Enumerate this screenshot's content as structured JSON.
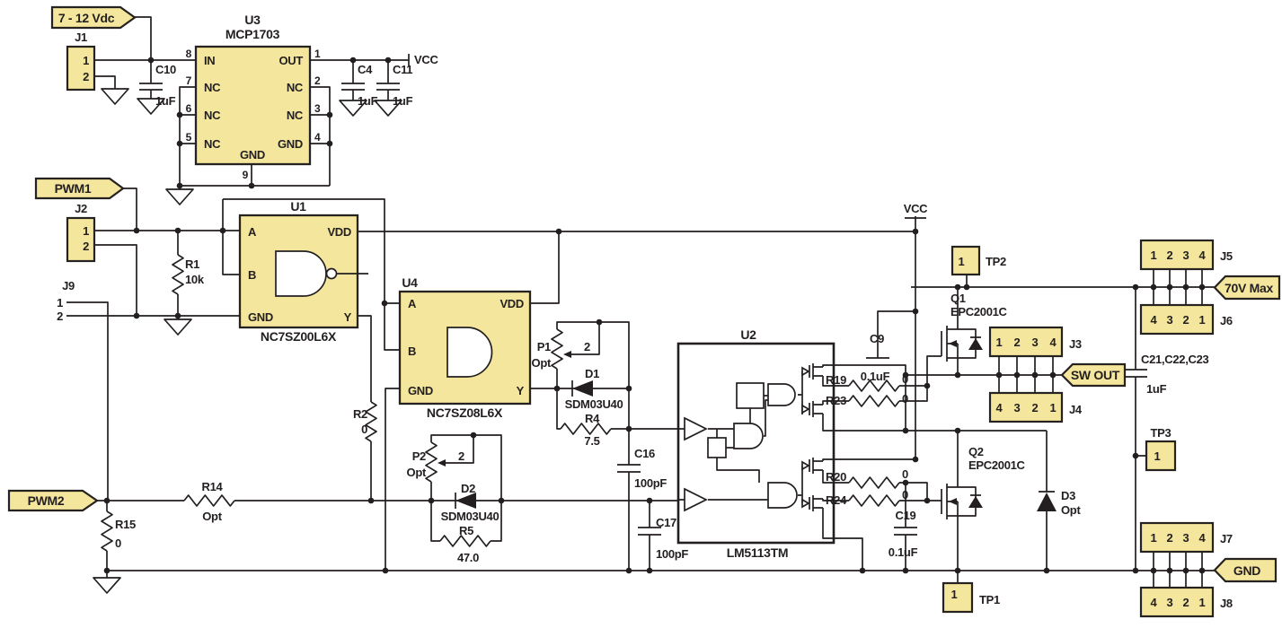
{
  "colors": {
    "component_fill": "#f4e69c",
    "component_border": "#262220",
    "wire": "#231f20",
    "background": "#ffffff"
  },
  "flags": {
    "vin": "7 - 12 Vdc",
    "pwm1": "PWM1",
    "pwm2": "PWM2",
    "v70": "70V Max",
    "swout": "SW OUT",
    "gnd": "GND"
  },
  "nets": {
    "vcc": "VCC"
  },
  "ics": {
    "u3": {
      "ref": "U3",
      "part": "MCP1703",
      "pin_in": "IN",
      "pin_out": "OUT",
      "pin_nc": "NC",
      "pin_gnd": "GND",
      "nums": {
        "p1": "1",
        "p2": "2",
        "p3": "3",
        "p4": "4",
        "p5": "5",
        "p6": "6",
        "p7": "7",
        "p8": "8",
        "p9": "9"
      }
    },
    "u1": {
      "ref": "U1",
      "part": "NC7SZ00L6X",
      "pin_a": "A",
      "pin_b": "B",
      "pin_gnd": "GND",
      "pin_vdd": "VDD",
      "pin_y": "Y"
    },
    "u4": {
      "ref": "U4",
      "part": "NC7SZ08L6X",
      "pin_a": "A",
      "pin_b": "B",
      "pin_gnd": "GND",
      "pin_vdd": "VDD",
      "pin_y": "Y"
    },
    "u2": {
      "ref": "U2",
      "part": "LM5113TM"
    }
  },
  "connectors": {
    "j1": {
      "ref": "J1",
      "pins": [
        "1",
        "2"
      ]
    },
    "j2": {
      "ref": "J2",
      "pins": [
        "1",
        "2"
      ]
    },
    "j9": {
      "ref": "J9",
      "pins": [
        "1",
        "2"
      ]
    },
    "j3": {
      "ref": "J3",
      "pins": [
        "1",
        "2",
        "3",
        "4"
      ]
    },
    "j4": {
      "ref": "J4",
      "pins": [
        "4",
        "3",
        "2",
        "1"
      ]
    },
    "j5": {
      "ref": "J5",
      "pins": [
        "1",
        "2",
        "3",
        "4"
      ]
    },
    "j6": {
      "ref": "J6",
      "pins": [
        "4",
        "3",
        "2",
        "1"
      ]
    },
    "j7": {
      "ref": "J7",
      "pins": [
        "1",
        "2",
        "3",
        "4"
      ]
    },
    "j8": {
      "ref": "J8",
      "pins": [
        "4",
        "3",
        "2",
        "1"
      ]
    }
  },
  "test_points": {
    "tp1": {
      "ref": "TP1",
      "pin": "1"
    },
    "tp2": {
      "ref": "TP2",
      "pin": "1"
    },
    "tp3": {
      "ref": "TP3",
      "pin": "1"
    }
  },
  "passives": {
    "r1": {
      "ref": "R1",
      "value": "10k"
    },
    "r2": {
      "ref": "R2",
      "value": "0"
    },
    "r4": {
      "ref": "R4",
      "value": "7.5"
    },
    "r5": {
      "ref": "R5",
      "value": "47.0"
    },
    "r14": {
      "ref": "R14",
      "value": "Opt"
    },
    "r15": {
      "ref": "R15",
      "value": "0"
    },
    "r19": {
      "ref": "R19",
      "value": "0"
    },
    "r23": {
      "ref": "R23",
      "value": "0"
    },
    "r20": {
      "ref": "R20",
      "value": "0"
    },
    "r24": {
      "ref": "R24",
      "value": "0"
    },
    "p1": {
      "ref": "P1",
      "value": "Opt",
      "wiper": "2"
    },
    "p2": {
      "ref": "P2",
      "value": "Opt",
      "wiper": "2"
    },
    "c4": {
      "ref": "C4",
      "value": "1uF"
    },
    "c9": {
      "ref": "C9",
      "value": "0.1uF"
    },
    "c10": {
      "ref": "C10",
      "value": "1uF"
    },
    "c11": {
      "ref": "C11",
      "value": "1uF"
    },
    "c16": {
      "ref": "C16",
      "value": "100pF"
    },
    "c17": {
      "ref": "C17",
      "value": "100pF"
    },
    "c19": {
      "ref": "C19",
      "value": "0.1uF"
    },
    "c21": {
      "ref": "C21,C22,C23",
      "value": "1uF"
    },
    "d1": {
      "ref": "D1",
      "value": "SDM03U40"
    },
    "d2": {
      "ref": "D2",
      "value": "SDM03U40"
    },
    "d3": {
      "ref": "D3",
      "value": "Opt"
    },
    "q1": {
      "ref": "Q1",
      "value": "EPC2001C"
    },
    "q2": {
      "ref": "Q2",
      "value": "EPC2001C"
    }
  }
}
